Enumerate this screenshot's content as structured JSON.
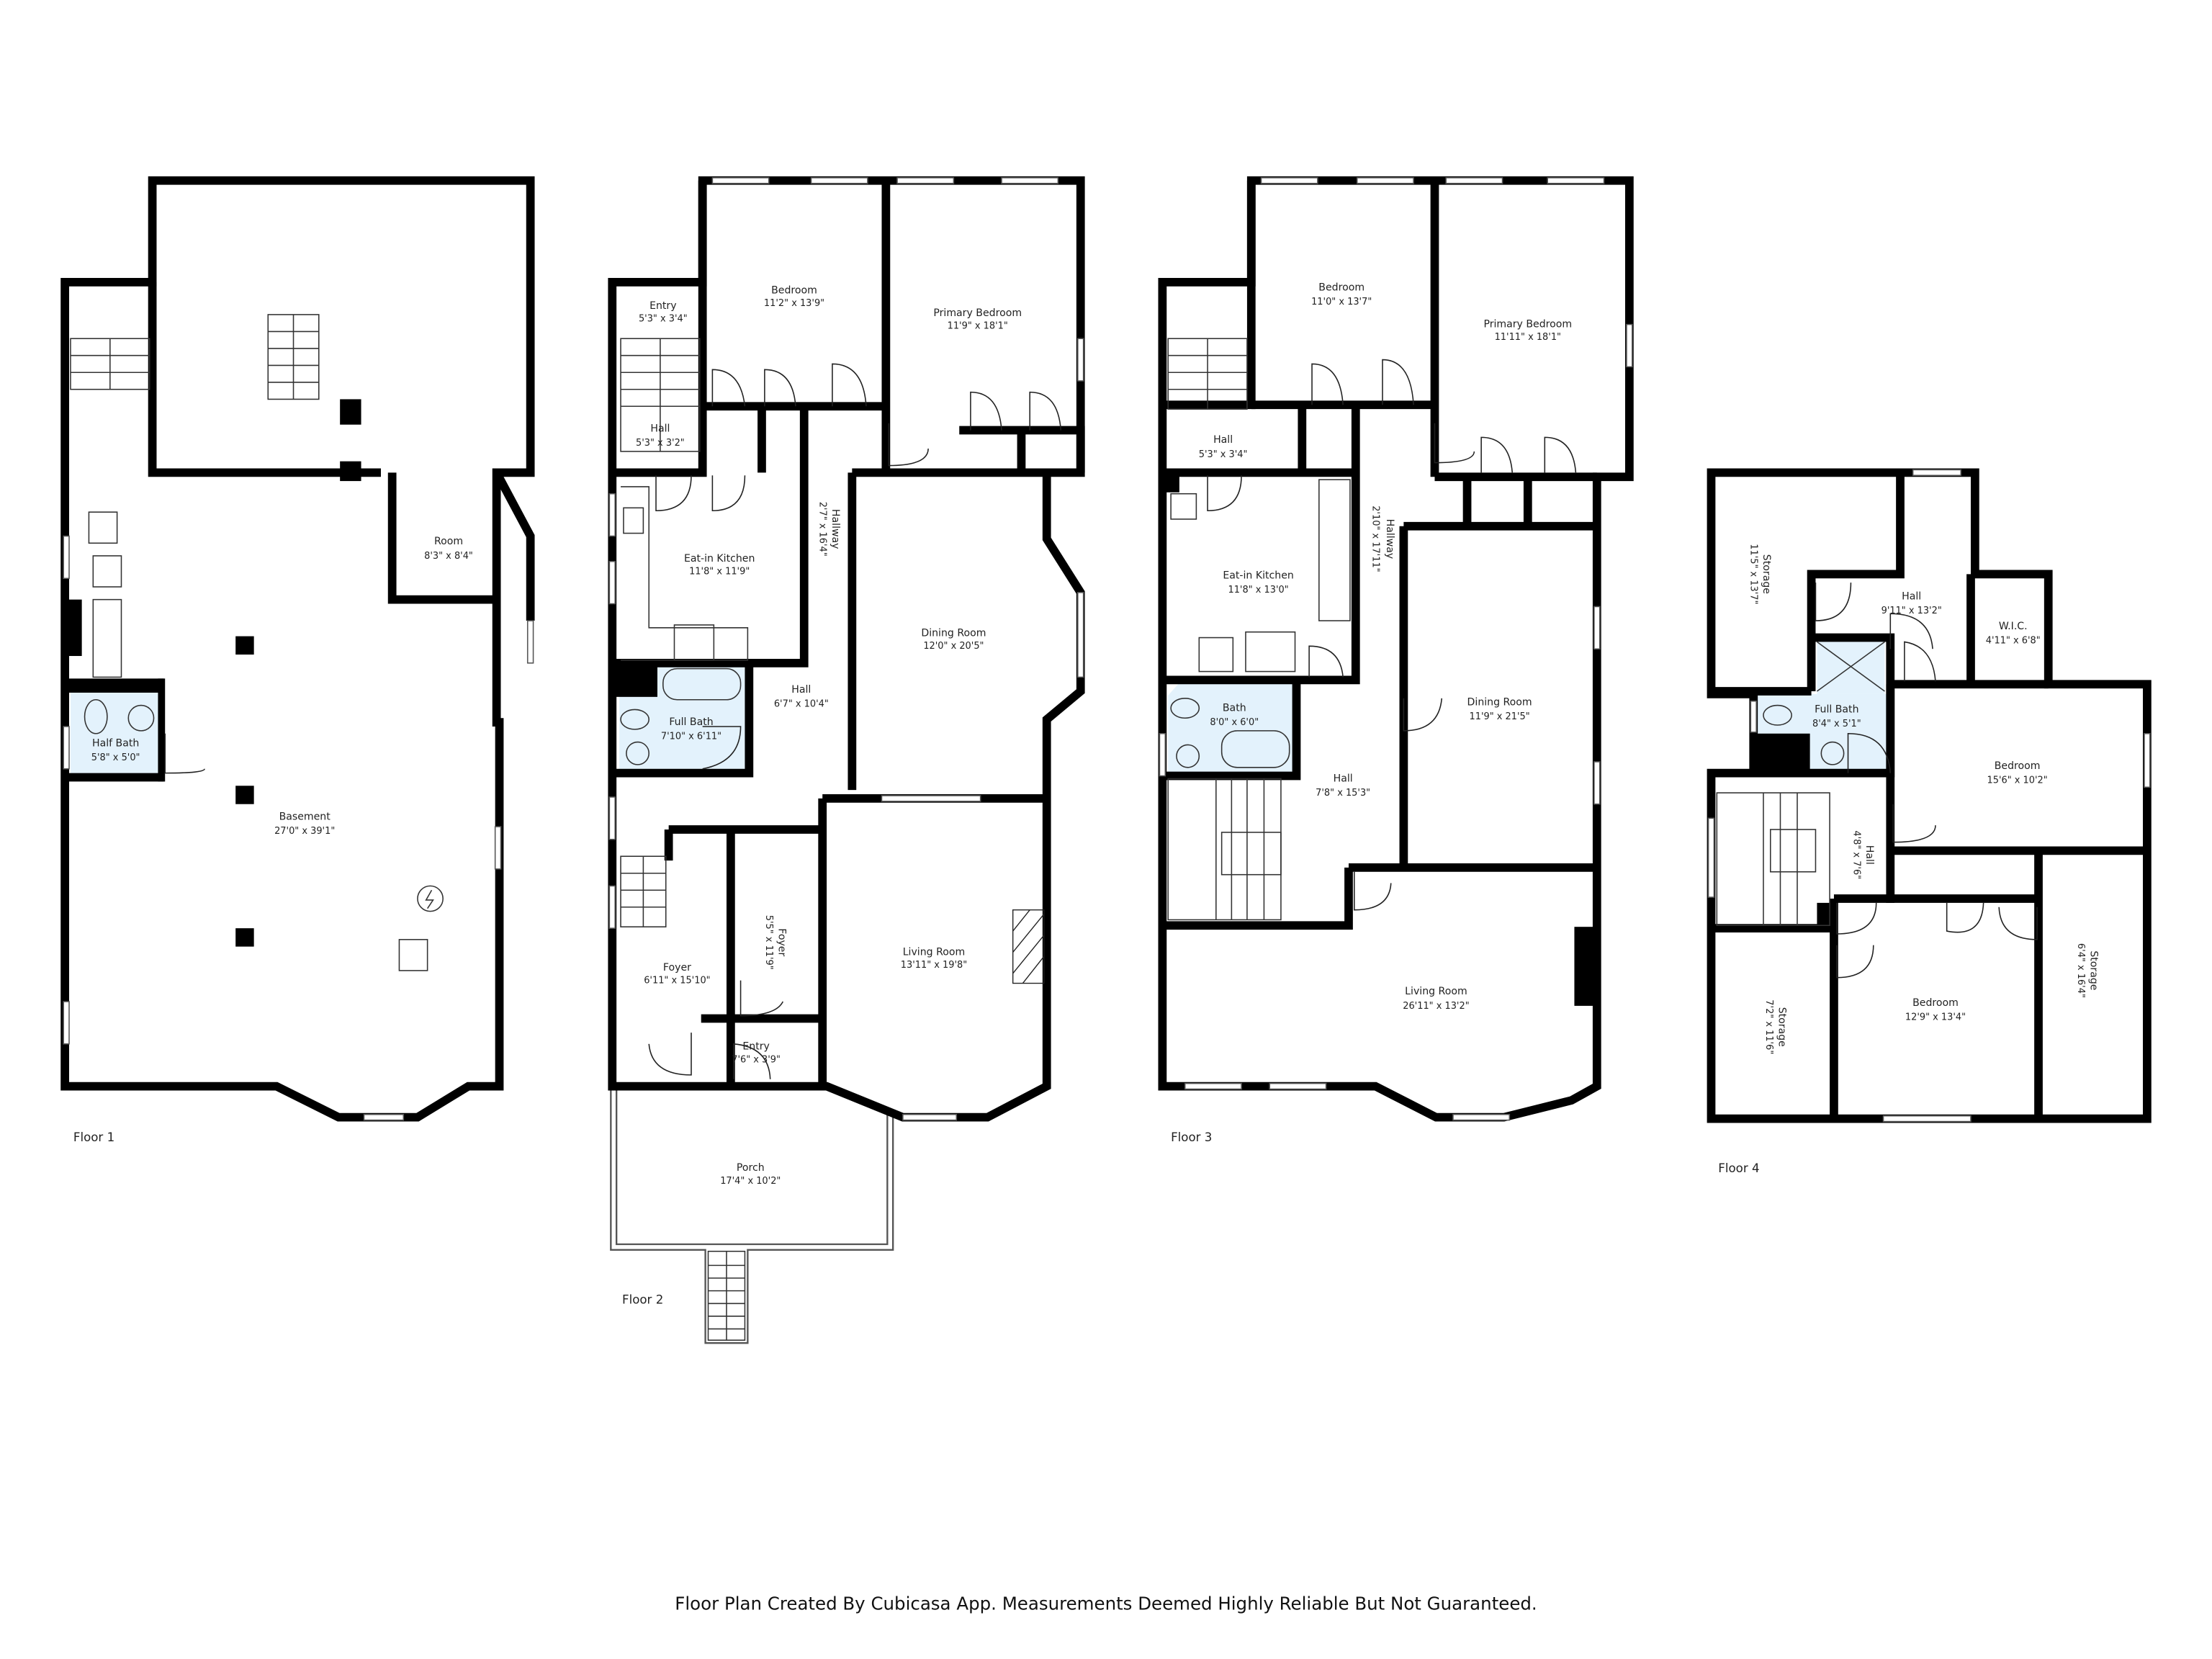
{
  "floors": [
    {
      "label": "Floor 1",
      "rooms": [
        {
          "name": "Basement",
          "dims": "27'0\" x 39'1\""
        },
        {
          "name": "Room",
          "dims": "8'3\" x 8'4\""
        },
        {
          "name": "Half Bath",
          "dims": "5'8\" x 5'0\""
        }
      ]
    },
    {
      "label": "Floor 2",
      "rooms": [
        {
          "name": "Entry",
          "dims": "5'3\" x 3'4\""
        },
        {
          "name": "Bedroom",
          "dims": "11'2\" x 13'9\""
        },
        {
          "name": "Primary Bedroom",
          "dims": "11'9\" x 18'1\""
        },
        {
          "name": "Hall",
          "dims": "5'3\" x 3'2\""
        },
        {
          "name": "Hallway",
          "dims": "2'7\" x 16'4\""
        },
        {
          "name": "Eat-in Kitchen",
          "dims": "11'8\" x 11'9\""
        },
        {
          "name": "Dining Room",
          "dims": "12'0\" x 20'5\""
        },
        {
          "name": "Full Bath",
          "dims": "7'10\" x 6'11\""
        },
        {
          "name": "Hall",
          "dims": "6'7\" x 10'4\""
        },
        {
          "name": "Foyer",
          "dims": "5'5\" x 11'9\""
        },
        {
          "name": "Foyer",
          "dims": "6'11\" x 15'10\""
        },
        {
          "name": "Living Room",
          "dims": "13'11\" x 19'8\""
        },
        {
          "name": "Entry",
          "dims": "7'6\" x 3'9\""
        },
        {
          "name": "Porch",
          "dims": "17'4\" x 10'2\""
        }
      ]
    },
    {
      "label": "Floor 3",
      "rooms": [
        {
          "name": "Bedroom",
          "dims": "11'0\" x 13'7\""
        },
        {
          "name": "Primary Bedroom",
          "dims": "11'11\" x 18'1\""
        },
        {
          "name": "Hall",
          "dims": "5'3\" x 3'4\""
        },
        {
          "name": "Hallway",
          "dims": "2'10\" x 17'11\""
        },
        {
          "name": "Eat-in Kitchen",
          "dims": "11'8\" x 13'0\""
        },
        {
          "name": "Bath",
          "dims": "8'0\" x 6'0\""
        },
        {
          "name": "Dining Room",
          "dims": "11'9\" x 21'5\""
        },
        {
          "name": "Hall",
          "dims": "7'8\" x 15'3\""
        },
        {
          "name": "Living Room",
          "dims": "26'11\" x 13'2\""
        }
      ]
    },
    {
      "label": "Floor 4",
      "rooms": [
        {
          "name": "Storage",
          "dims": "11'5\" x 13'7\""
        },
        {
          "name": "Hall",
          "dims": "9'11\" x 13'2\""
        },
        {
          "name": "W.I.C.",
          "dims": "4'11\" x 6'8\""
        },
        {
          "name": "Full Bath",
          "dims": "8'4\" x 5'1\""
        },
        {
          "name": "Bedroom",
          "dims": "15'6\" x 10'2\""
        },
        {
          "name": "Hall",
          "dims": "4'8\" x 7'6\""
        },
        {
          "name": "Storage",
          "dims": "7'2\" x 11'6\""
        },
        {
          "name": "Bedroom",
          "dims": "12'9\" x 13'4\""
        },
        {
          "name": "Storage",
          "dims": "6'4\" x 16'4\""
        }
      ]
    }
  ],
  "footer": "Floor Plan Created By Cubicasa App. Measurements Deemed Highly Reliable But Not Guaranteed.",
  "colors": {
    "wall": "#000000",
    "bathroom_fill": "#e3f2fc",
    "background": "#ffffff"
  }
}
